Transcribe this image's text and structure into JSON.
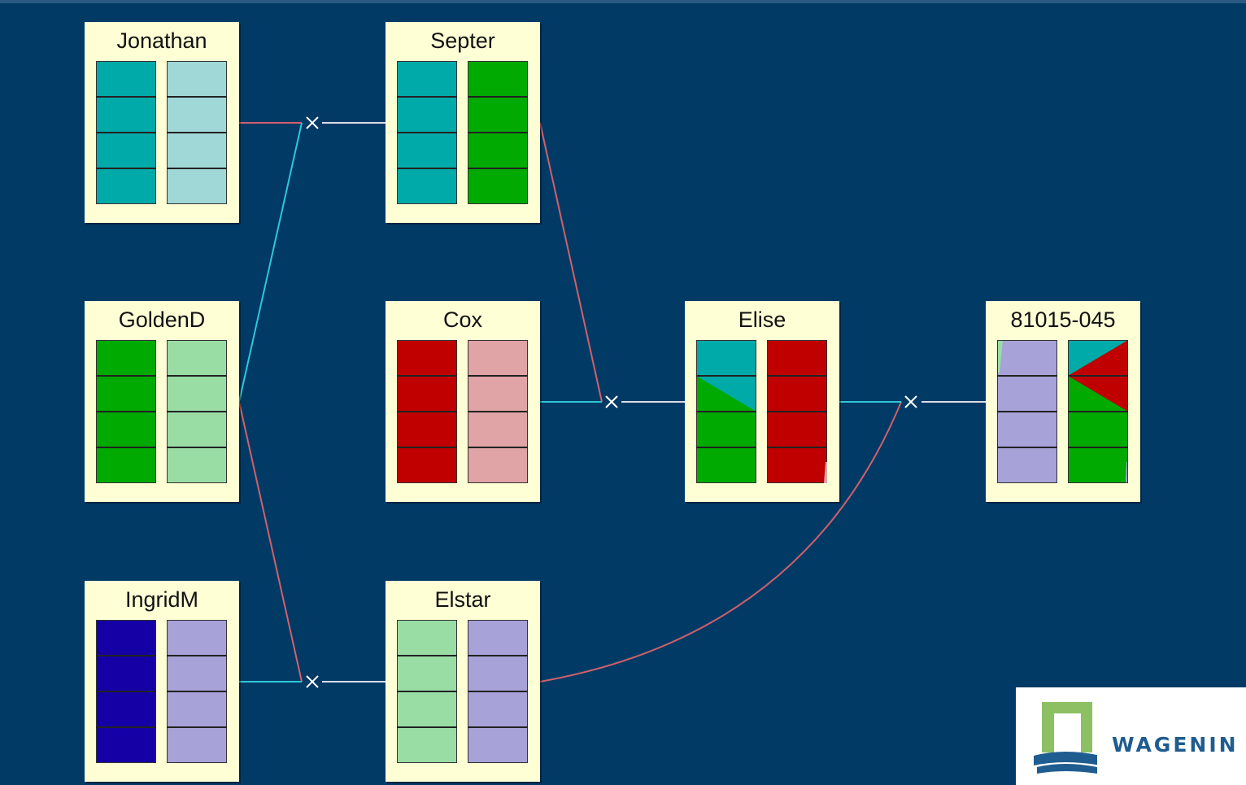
{
  "colors": {
    "background": "#023a66",
    "node_fill": "#ffffd6",
    "link_parent1": "#d0606a",
    "link_parent2": "#2fc6d8",
    "link_child": "#d8dde6",
    "teal": "#00aaa8",
    "light_teal": "#a0d8d8",
    "green": "#00aa00",
    "light_green": "#99dda5",
    "red": "#c00000",
    "pink": "#e0a3a6",
    "dark_blue": "#1500a5",
    "lavender": "#a7a2d8"
  },
  "nodes": {
    "jonathan": {
      "name": "Jonathan"
    },
    "septer": {
      "name": "Septer"
    },
    "goldend": {
      "name": "GoldenD"
    },
    "cox": {
      "name": "Cox"
    },
    "elise": {
      "name": "Elise"
    },
    "offspring": {
      "name": "81015-045"
    },
    "ingridm": {
      "name": "IngridM"
    },
    "elstar": {
      "name": "Elstar"
    }
  },
  "crosses": [
    {
      "parents": [
        "Jonathan",
        "GoldenD"
      ],
      "child": "Septer"
    },
    {
      "parents": [
        "GoldenD",
        "IngridM"
      ],
      "child": "Elstar"
    },
    {
      "parents": [
        "Septer",
        "Cox"
      ],
      "child": "Elise"
    },
    {
      "parents": [
        "Elstar",
        "Elise"
      ],
      "child": "81015-045"
    }
  ],
  "cross_symbol": "×",
  "logo": {
    "text": "WAGENIN",
    "icon": "wageningen-gate-icon"
  }
}
